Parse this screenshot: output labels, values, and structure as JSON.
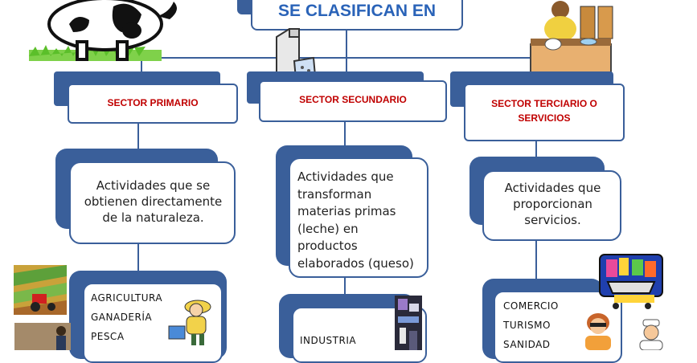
{
  "header": {
    "title": "SE CLASIFICAN EN"
  },
  "sectors": [
    {
      "label": "SECTOR PRIMARIO",
      "description": "Actividades que se obtienen directamente de la naturaleza.",
      "items": [
        "AGRICULTURA",
        "GANADERÍA",
        "PESCA"
      ]
    },
    {
      "label": "SECTOR SECUNDARIO",
      "description": "Actividades que transforman materias primas (leche) en productos elaborados (queso)",
      "items": [
        "INDUSTRIA"
      ]
    },
    {
      "label": "SECTOR TERCIARIO O SERVICIOS",
      "description": "Actividades que proporcionan servicios.",
      "items": [
        "COMERCIO",
        "TURISMO",
        "SANIDAD"
      ]
    }
  ],
  "illustrations": [
    "cow-icon",
    "milk-carton-icon",
    "shopkeeper-icon",
    "farmland-icon",
    "tractor-icon",
    "farmer-icon",
    "fisher-icon",
    "factory-icon",
    "shopping-cart-icon",
    "tourist-icon",
    "nurse-icon"
  ]
}
